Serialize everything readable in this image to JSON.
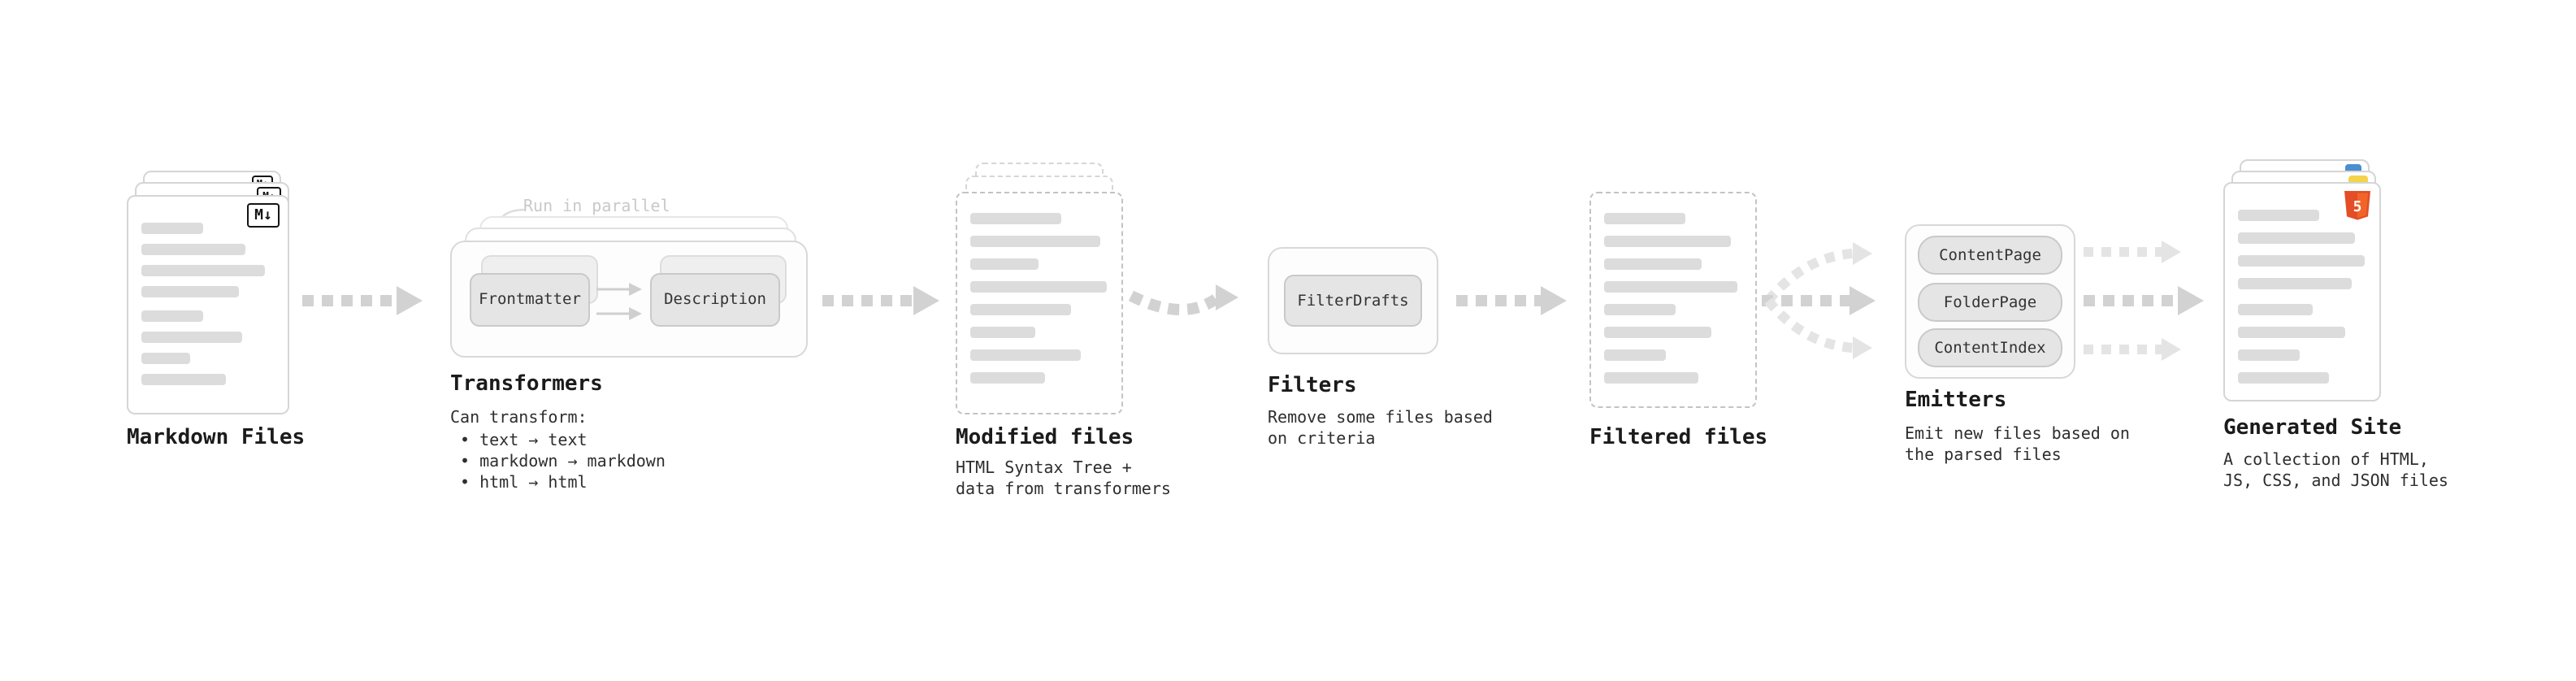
{
  "stages": {
    "markdown_files": {
      "label": "Markdown Files",
      "badge": "M↓"
    },
    "transformers": {
      "label": "Transformers",
      "annotation": "Run in parallel",
      "buttons": [
        "Frontmatter",
        "Description"
      ],
      "desc_title": "Can transform:",
      "bullets": [
        "• text → text",
        "• markdown → markdown",
        "• html → html"
      ]
    },
    "modified_files": {
      "label": "Modified files",
      "desc": [
        "HTML Syntax Tree +",
        "data from transformers"
      ]
    },
    "filters": {
      "label": "Filters",
      "button": "FilterDrafts",
      "desc": [
        "Remove some files based",
        "on criteria"
      ]
    },
    "filtered_files": {
      "label": "Filtered files"
    },
    "emitters": {
      "label": "Emitters",
      "buttons": [
        "ContentPage",
        "FolderPage",
        "ContentIndex"
      ],
      "desc": [
        "Emit new files based on",
        "the parsed files"
      ]
    },
    "generated_site": {
      "label": "Generated Site",
      "badge": "5",
      "desc": [
        "A collection of HTML,",
        "JS, CSS, and JSON files"
      ]
    }
  },
  "colors": {
    "arrow": "#d2d2d2",
    "arrow_faint": "#e4e4e4",
    "card_border": "#d5d5d5",
    "placeholder_line": "#dcdcdc",
    "button_bg": "#e5e5e5",
    "html5_orange": "#e44d26",
    "js_yellow": "#f3d34a",
    "css_blue": "#4a8fd1"
  }
}
